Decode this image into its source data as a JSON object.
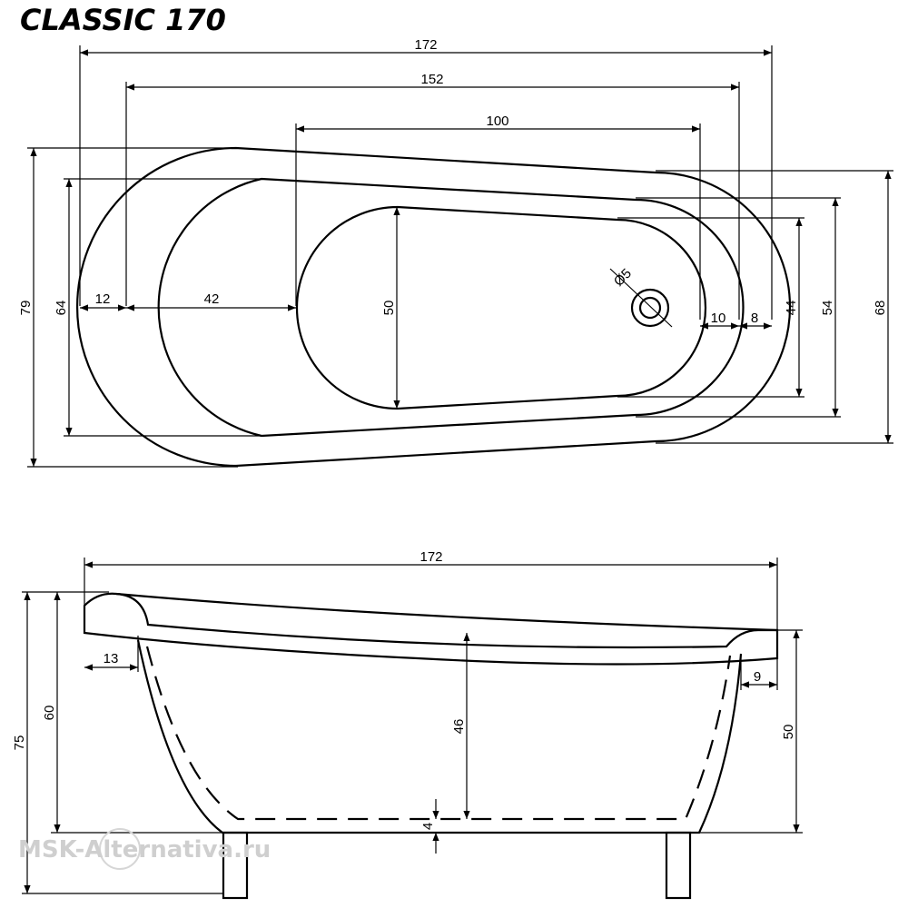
{
  "title": "CLASSIC 170",
  "watermark": "MSK-Alternativa.ru",
  "top_view": {
    "overall_length": "172",
    "inner_length": "152",
    "bottom_length": "100",
    "rim_left": "12",
    "head_offset": "42",
    "bottom_width": "50",
    "drain": "Ø5",
    "rim_right_inner": "10",
    "rim_right_outer": "8",
    "width_left_outer": "79",
    "width_left_inner": "64",
    "width_right_bottom": "44",
    "width_right_inner": "54",
    "width_right_outer": "68"
  },
  "side_view": {
    "overall_length": "172",
    "rim_left": "13",
    "rim_right": "9",
    "height_total": "75",
    "height_left_rim": "60",
    "inner_depth": "46",
    "bottom_thickness": "4",
    "height_right_rim": "50"
  }
}
